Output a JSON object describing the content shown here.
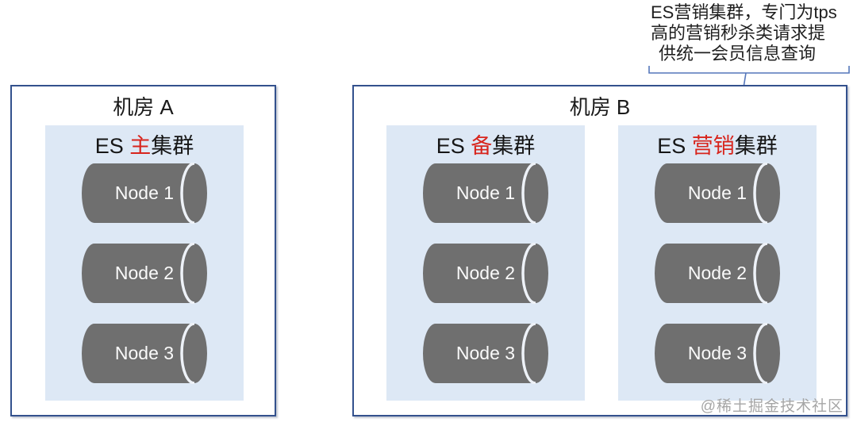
{
  "annotation": {
    "lines": [
      "ES营销集群，专门为tps",
      "高的营销秒杀类请求提",
      "供统一会员信息查询"
    ]
  },
  "rooms": [
    {
      "title": "机房 A",
      "clusters": [
        {
          "title_prefix": "ES ",
          "title_highlight": "主",
          "title_suffix": "集群",
          "nodes": [
            "Node 1",
            "Node 2",
            "Node 3"
          ]
        }
      ]
    },
    {
      "title": "机房 B",
      "clusters": [
        {
          "title_prefix": "ES ",
          "title_highlight": "备",
          "title_suffix": "集群",
          "nodes": [
            "Node 1",
            "Node 2",
            "Node 3"
          ]
        },
        {
          "title_prefix": "ES ",
          "title_highlight": "营销",
          "title_suffix": "集群",
          "nodes": [
            "Node 1",
            "Node 2",
            "Node 3"
          ]
        }
      ]
    }
  ],
  "watermark": "@稀土掘金技术社区",
  "colors": {
    "room_border": "#33518d",
    "cluster_bg": "#dde8f5",
    "cylinder_gray": "#6f6f6f",
    "highlight_red": "#d8251d",
    "callout_blue": "#5577bb",
    "watermark_gray": "#a6a6a6"
  }
}
